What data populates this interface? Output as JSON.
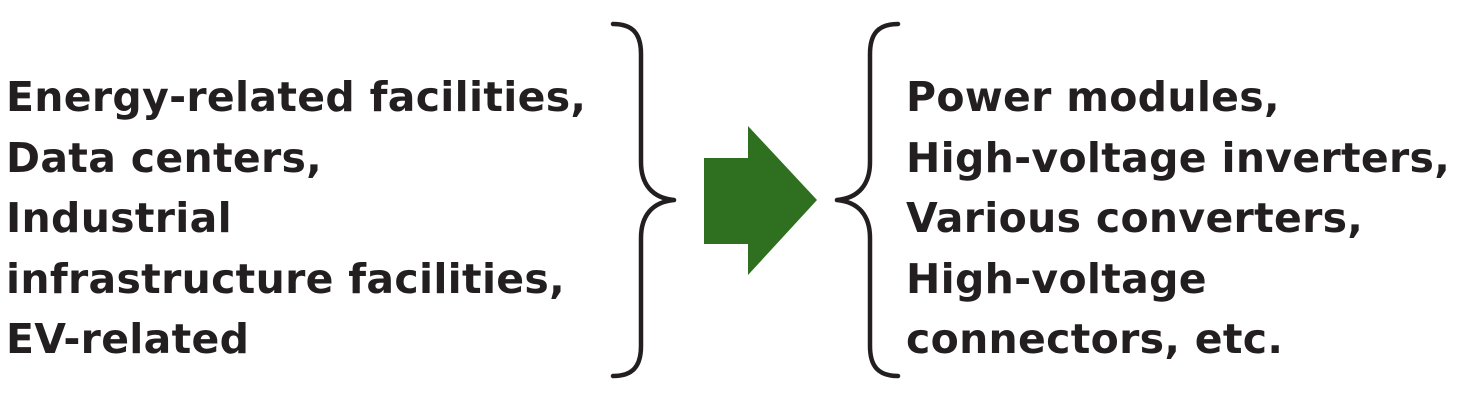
{
  "left_list": {
    "lines": [
      "Energy-related facilities,",
      "Data centers,",
      "Industrial",
      "infrastructure facilities,",
      "EV-related"
    ]
  },
  "right_list": {
    "lines": [
      "Power modules,",
      "High-voltage inverters,",
      "Various converters,",
      "High-voltage",
      "connectors, etc."
    ]
  },
  "colors": {
    "text": "#231f20",
    "brace": "#231f20",
    "arrow": "#2f7020"
  },
  "icons": {
    "left_brace": "right-curly-brace-icon",
    "arrow": "right-arrow-icon",
    "right_brace": "left-curly-brace-icon"
  }
}
